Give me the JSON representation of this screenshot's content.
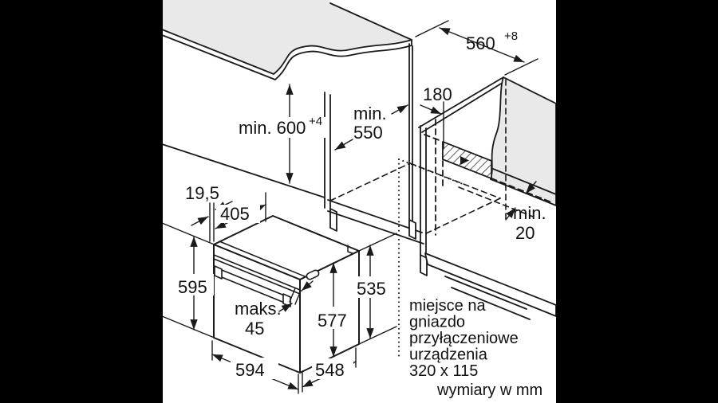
{
  "colors": {
    "line": "#1a1a1a",
    "surface": "#e9e9e9",
    "background": "#ffffff",
    "letterbox": "#000000"
  },
  "dimensions": {
    "niche_width": {
      "value": "560",
      "tolerance": "+8"
    },
    "niche_height": {
      "label": "min. 600",
      "tolerance": "+4"
    },
    "niche_depth": {
      "line1": "min.",
      "line2": "550"
    },
    "socket_offset": {
      "value": "180"
    },
    "rear_gap": {
      "line1": "min.",
      "line2": "20"
    },
    "front_clearance": {
      "value": "19,5"
    },
    "top_depth": {
      "value": "405"
    },
    "oven_front_height": {
      "value": "595"
    },
    "handle_protrusion": {
      "line1": "maks.",
      "line2": "45"
    },
    "oven_body_height": {
      "value": "577"
    },
    "oven_rear_height": {
      "value": "535"
    },
    "oven_width": {
      "value": "594"
    },
    "oven_depth": {
      "value": "548"
    }
  },
  "socket_note": {
    "lines": [
      "miejsce na",
      "gniazdo",
      "przyłączeniowe",
      "urządzenia",
      "320 x 115"
    ]
  },
  "footer": {
    "label": "wymiary w mm"
  }
}
